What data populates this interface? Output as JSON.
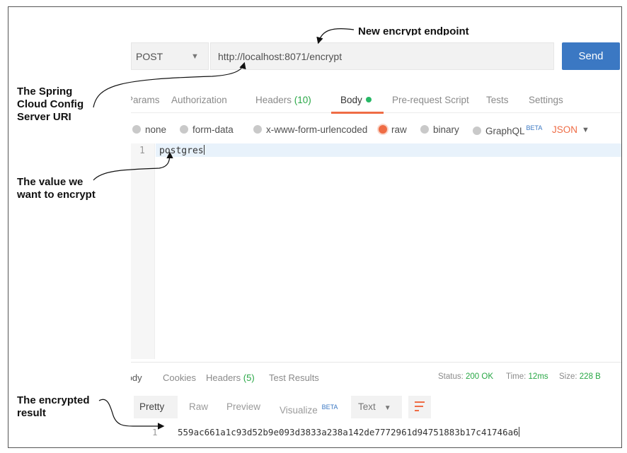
{
  "callouts": {
    "endpoint": "New encrypt endpoint",
    "uri": [
      "The Spring",
      "Cloud Config",
      "Server URI"
    ],
    "value": [
      "The value we",
      "want to encrypt"
    ],
    "result": [
      "The encrypted",
      "result"
    ]
  },
  "request": {
    "method": "POST",
    "url": "http://localhost:8071/encrypt",
    "send_label": "Send"
  },
  "tabs": {
    "params": "Params",
    "authorization": "Authorization",
    "headers": "Headers",
    "headers_count": "(10)",
    "body": "Body",
    "prerequest": "Pre-request Script",
    "tests": "Tests",
    "settings": "Settings"
  },
  "body_types": {
    "none": "none",
    "form_data": "form-data",
    "urlencoded": "x-www-form-urlencoded",
    "raw": "raw",
    "binary": "binary",
    "graphql": "GraphQL",
    "beta": "BETA",
    "format": "JSON",
    "selected": "raw"
  },
  "editor": {
    "line_number": "1",
    "content": "postgres"
  },
  "response": {
    "tabs": {
      "body": "Body",
      "cookies": "Cookies",
      "headers": "Headers",
      "headers_count": "(5)",
      "test_results": "Test Results"
    },
    "status_label": "Status:",
    "status_value": "200 OK",
    "time_label": "Time:",
    "time_value": "12ms",
    "size_label": "Size:",
    "size_value": "228 B",
    "views": {
      "pretty": "Pretty",
      "raw": "Raw",
      "preview": "Preview",
      "visualize": "Visualize",
      "beta": "BETA",
      "text": "Text"
    },
    "line_number": "1",
    "content": "559ac661a1c93d52b9e093d3833a238a142de7772961d94751883b17c41746a6"
  },
  "icons": {
    "dropdown": "chevron-down-icon",
    "wrap": "word-wrap-icon"
  },
  "colors": {
    "accent": "#ef6c45",
    "send": "#3b78c3",
    "success": "#28a745"
  }
}
